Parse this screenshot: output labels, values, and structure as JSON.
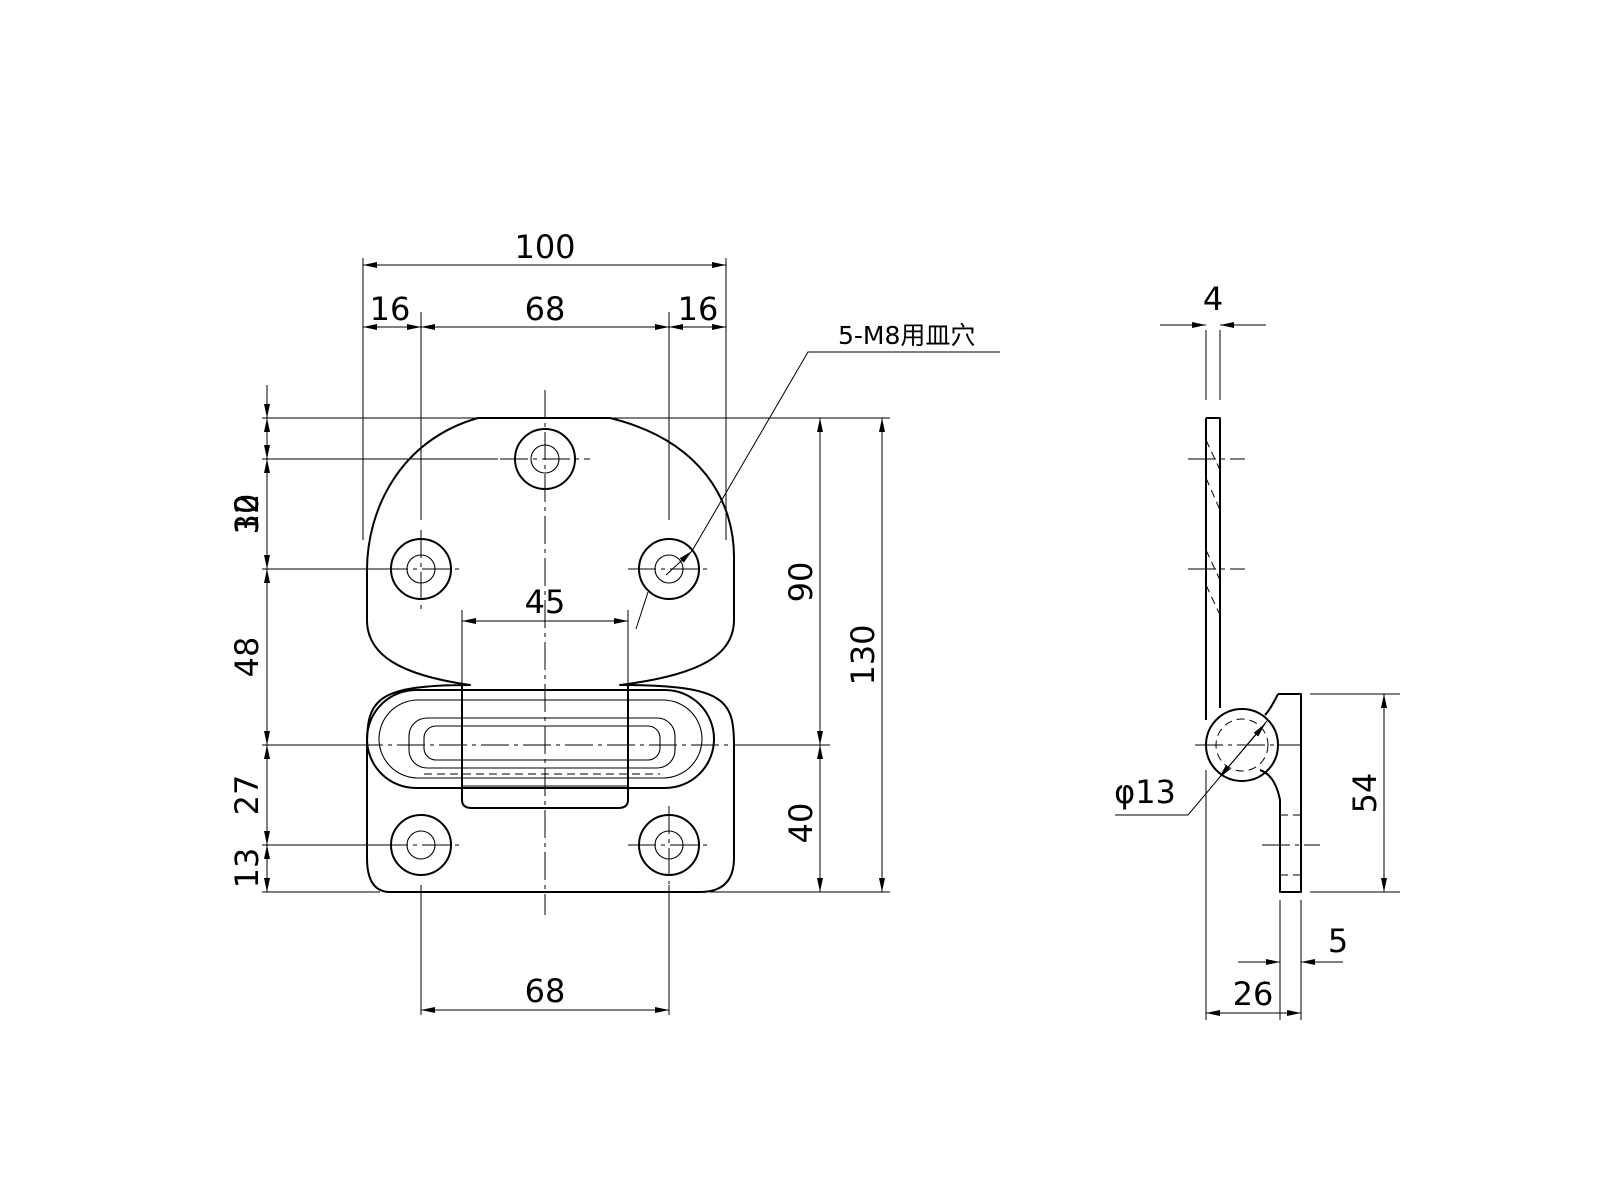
{
  "front_view": {
    "overall_width": "100",
    "left_edge_to_hole": "16",
    "hole_pitch_top": "68",
    "right_edge_to_hole": "16",
    "top_to_top_hole": "10",
    "top_hole_to_side_holes": "32",
    "side_holes_to_loop_axis": "48",
    "loop_axis_to_bottom_holes": "27",
    "bottom_holes_to_edge": "13",
    "loop_slot_width": "45",
    "top_to_loop_axis": "90",
    "overall_height": "130",
    "loop_axis_to_bottom": "40",
    "hole_pitch_bottom": "68",
    "hole_note": "5-M8用皿穴"
  },
  "side_view": {
    "plate_thickness": "4",
    "pin_diameter": "φ13",
    "base_height": "54",
    "base_thickness": "5",
    "overall_depth": "26"
  }
}
